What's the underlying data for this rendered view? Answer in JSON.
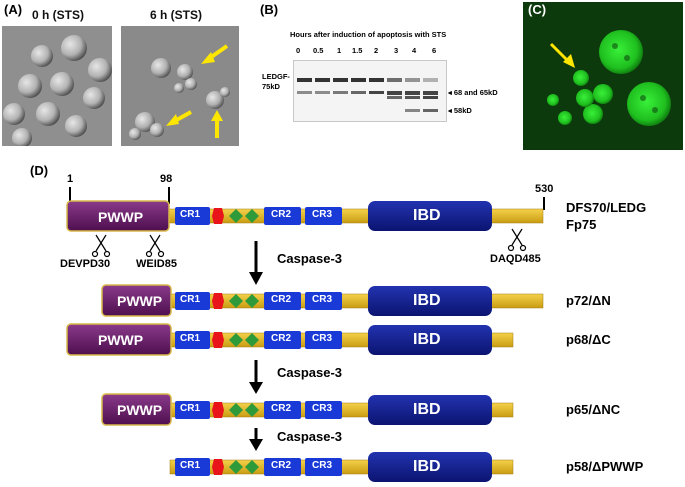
{
  "panels": {
    "A": {
      "label": "(A)",
      "left_caption": "0 h (STS)",
      "right_caption": "6 h (STS)"
    },
    "B": {
      "label": "(B)",
      "title": "Hours after induction of apoptosis with STS",
      "lanes": [
        "0",
        "0.5",
        "1",
        "1.5",
        "2",
        "3",
        "4",
        "6"
      ],
      "row_label_line1": "LEDGF-",
      "row_label_line2": "75kD",
      "band_label_1": "68 and 65kD",
      "band_label_2": "58kD"
    },
    "C": {
      "label": "(C)"
    },
    "D": {
      "label": "(D)",
      "pos_start": "1",
      "pos_98": "98",
      "pos_530": "530",
      "domain_pwwp": "PWWP",
      "domain_ibd": "IBD",
      "cr1": "CR1",
      "cr2": "CR2",
      "cr3": "CR3",
      "site1": "DEVPD30",
      "site2": "WEID85",
      "site3": "DAQD485",
      "caspase": "Caspase-3",
      "names": {
        "full_line1": "DFS70/LEDG",
        "full_line2": "Fp75",
        "p72": "p72/ΔN",
        "p68": "p68/ΔC",
        "p65": "p65/ΔNC",
        "p58": "p58/ΔPWWP"
      }
    }
  },
  "colors": {
    "pwwp": "#6b1e6b",
    "cr": "#1a3ad8",
    "ibd": "#14218f",
    "bar": "#e8bd24",
    "hex": "#e8141a",
    "diamond": "#2e9a3a",
    "arrow_yellow": "#ffe600",
    "cell_green": "#22d822"
  }
}
